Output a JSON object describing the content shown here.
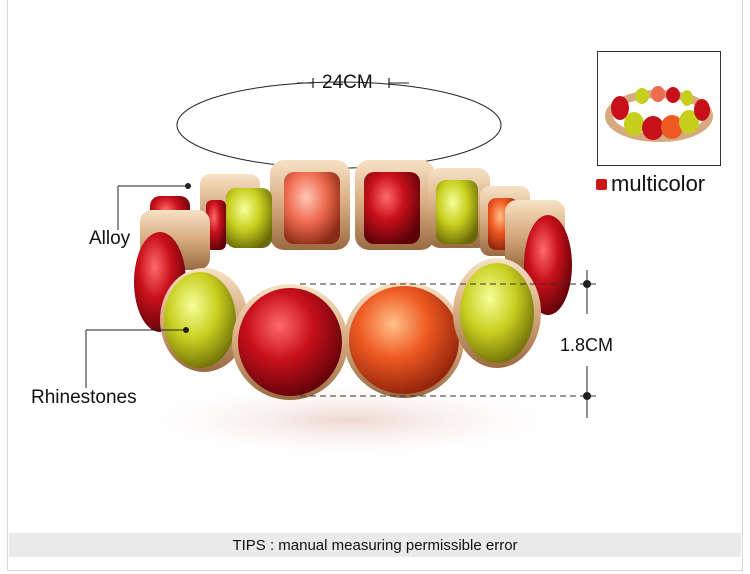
{
  "dimensions": {
    "circumference": "24CM",
    "height": "1.8CM"
  },
  "callouts": {
    "alloy": "Alloy",
    "rhinestones": "Rhinestones"
  },
  "color_option": {
    "swatch_color": "#cc1515",
    "label": "multicolor"
  },
  "tips": "TIPS : manual measuring permissible error"
}
